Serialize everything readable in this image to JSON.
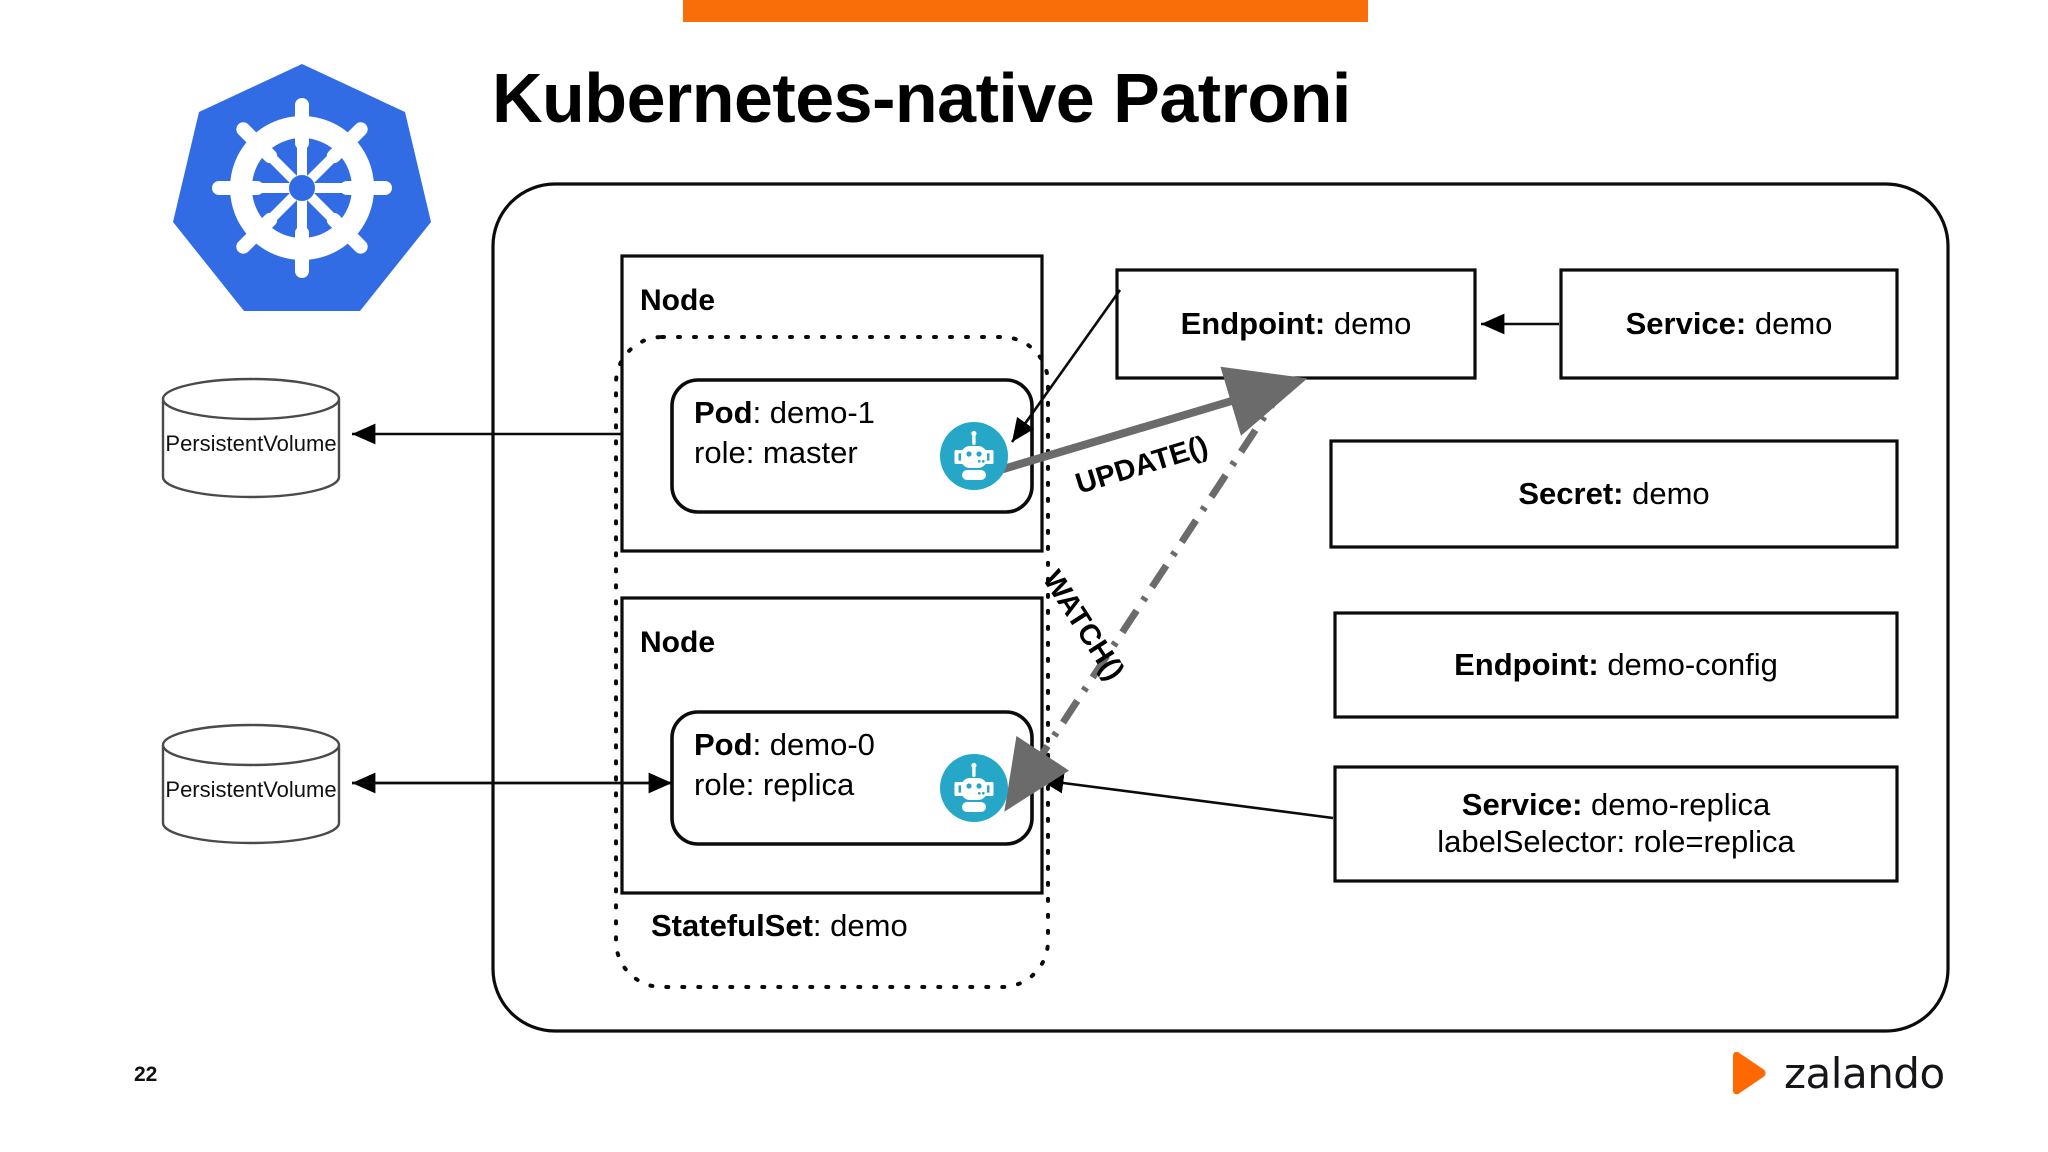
{
  "slide": {
    "title": "Kubernetes-native Patroni",
    "page_number": "22",
    "accent_color": "#FA6E0A"
  },
  "brand": {
    "name": "zalando",
    "logo_icon": "zalando-play-triangle",
    "logo_color": "#FF6900"
  },
  "logos": {
    "kubernetes": {
      "icon": "kubernetes-helm-logo",
      "fill": "#326CE5"
    }
  },
  "diagram": {
    "cluster_boundary_name": "kubernetes-cluster",
    "statefulset_label_bold": "StatefulSet",
    "statefulset_label_rest": ": demo",
    "nodes": [
      {
        "title": "Node"
      },
      {
        "title": "Node"
      }
    ],
    "pods": [
      {
        "name_bold": "Pod",
        "name_rest": ": demo-1",
        "role_line": "role: master",
        "agent_icon": "patroni-robot-icon",
        "agent_color": "#27A7C8"
      },
      {
        "name_bold": "Pod",
        "name_rest": ": demo-0",
        "role_line": "role: replica",
        "agent_icon": "patroni-robot-icon",
        "agent_color": "#27A7C8"
      }
    ],
    "volumes": [
      {
        "label": "PersistentVolume"
      },
      {
        "label": "PersistentVolume"
      }
    ],
    "resources": [
      {
        "bold": "Endpoint:",
        "rest": " demo"
      },
      {
        "bold": "Service:",
        "rest": " demo"
      },
      {
        "bold": "Secret:",
        "rest": " demo"
      },
      {
        "bold": "Endpoint:",
        "rest": " demo-config"
      }
    ],
    "replica_service": {
      "line1_bold": "Service:",
      "line1_rest": " demo-replica",
      "line2": "labelSelector: role=replica"
    },
    "edges": [
      {
        "label": "UPDATE()",
        "style": "solid-gray-arrow"
      },
      {
        "label": "WATCH()",
        "style": "dash-dot-gray-arrow"
      }
    ]
  }
}
